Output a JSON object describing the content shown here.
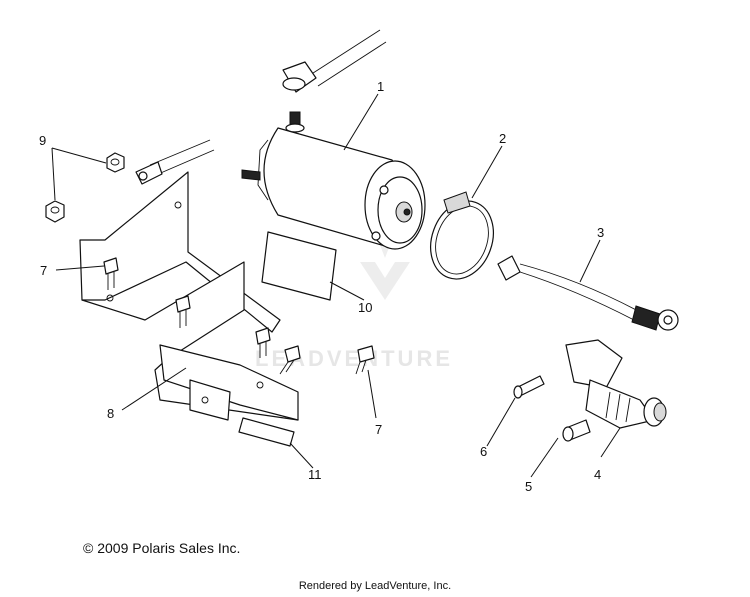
{
  "callouts": {
    "c1": "1",
    "c2": "2",
    "c3": "3",
    "c4": "4",
    "c5": "5",
    "c6": "6",
    "c7a": "7",
    "c7b": "7",
    "c8": "8",
    "c9": "9",
    "c10": "10",
    "c11": "11"
  },
  "watermark": "LEADVENTURE",
  "copyright": "© 2009 Polaris Sales Inc.",
  "rendered_by": "Rendered by LeadVenture, Inc."
}
